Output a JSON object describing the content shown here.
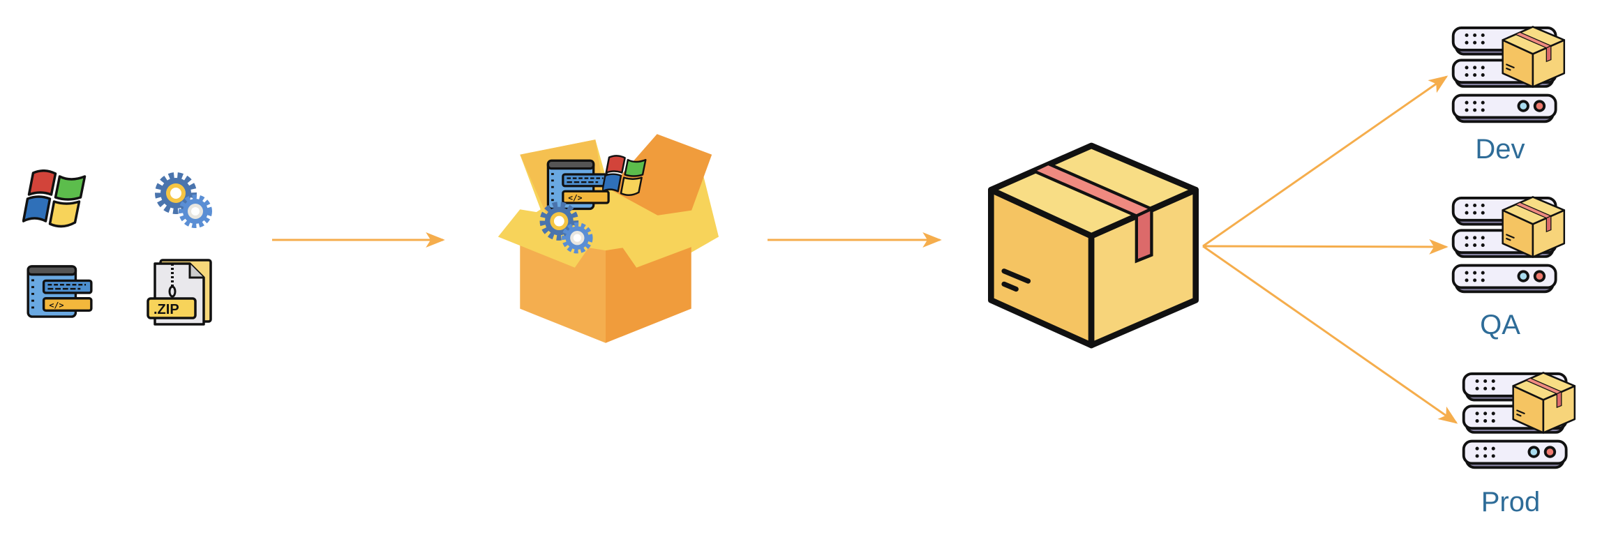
{
  "diagram": {
    "title_visible": false,
    "inputs": [
      {
        "icon": "windows-logo-icon"
      },
      {
        "icon": "gears-icon"
      },
      {
        "icon": "code-window-icon"
      },
      {
        "icon": "zip-file-icon",
        "label": ".ZIP"
      }
    ],
    "stages": [
      {
        "icon": "open-box-with-artifacts-icon"
      },
      {
        "icon": "sealed-package-icon"
      }
    ],
    "targets": [
      {
        "label": "Dev",
        "icon": "server-with-package-icon"
      },
      {
        "label": "QA",
        "icon": "server-with-package-icon"
      },
      {
        "label": "Prod",
        "icon": "server-with-package-icon"
      }
    ],
    "colors": {
      "arrow": "#f5ad4c",
      "label": "#2e6c98",
      "box_light": "#f8d77a",
      "box_tape": "#ef8a80"
    }
  }
}
